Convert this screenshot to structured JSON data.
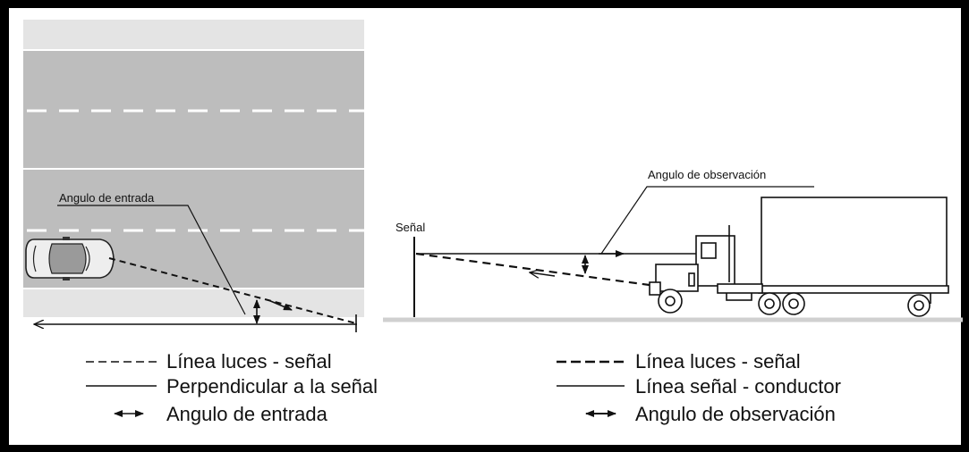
{
  "left_diagram": {
    "angle_label": "Angulo de entrada"
  },
  "right_diagram": {
    "sign_label": "Señal",
    "angle_label": "Angulo de observación"
  },
  "legend_left": [
    {
      "style": "dashed",
      "text": "Línea luces - señal"
    },
    {
      "style": "solid",
      "text": "Perpendicular a la señal"
    },
    {
      "style": "arrow",
      "text": "Angulo de entrada"
    }
  ],
  "legend_right": [
    {
      "style": "dashed",
      "text": "Línea luces - señal"
    },
    {
      "style": "solid",
      "text": "Línea señal - conductor"
    },
    {
      "style": "arrow",
      "text": "Angulo de observación"
    }
  ],
  "colors": {
    "road_shoulder": "#e4e4e4",
    "road_lane": "#bdbdbd",
    "lane_marking": "#ffffff",
    "ground": "#d0d0d0",
    "frame": "#000000"
  }
}
